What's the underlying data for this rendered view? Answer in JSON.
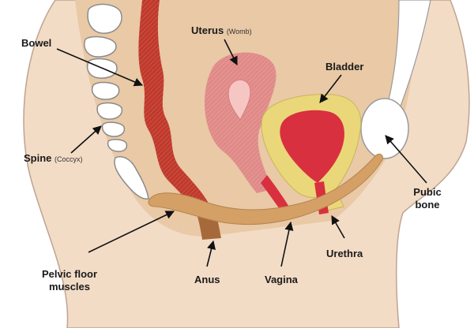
{
  "labels": {
    "bowel": "Bowel",
    "uterus": "Uterus",
    "uterus_sub": "(Womb)",
    "bladder": "Bladder",
    "spine": "Spine",
    "spine_sub": "(Coccyx)",
    "pubic_line1": "Pubic",
    "pubic_line2": "bone",
    "pelvic_line1": "Pelvic floor",
    "pelvic_line2": "muscles",
    "anus": "Anus",
    "vagina": "Vagina",
    "urethra": "Urethra"
  },
  "colors": {
    "skin": "#f3dcc6",
    "body_outline": "#bfa391",
    "cavity": "#e9c9a6",
    "muscle": "#d4a066",
    "bowel": "#c0392b",
    "bowel_tail": "#a66a3a",
    "uterus": "#e08a88",
    "uterus_inner": "#f6c6c4",
    "bladder_outer": "#ead77a",
    "bladder_inner": "#d8303e",
    "bone": "#ffffff",
    "bone_outline": "#9a9a9a",
    "arrow": "#111111"
  }
}
